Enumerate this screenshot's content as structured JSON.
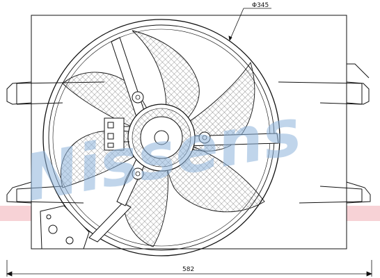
{
  "dimensions": {
    "fan_diameter_label": "Φ345",
    "shroud_width_label": "582"
  },
  "watermark": {
    "brand": "Nissens",
    "text_color": "#8eb4dc",
    "band_color": "#f2b6bd"
  },
  "drawing": {
    "line_color": "#111111",
    "hatch_color": "#444444",
    "background": "#ffffff"
  }
}
